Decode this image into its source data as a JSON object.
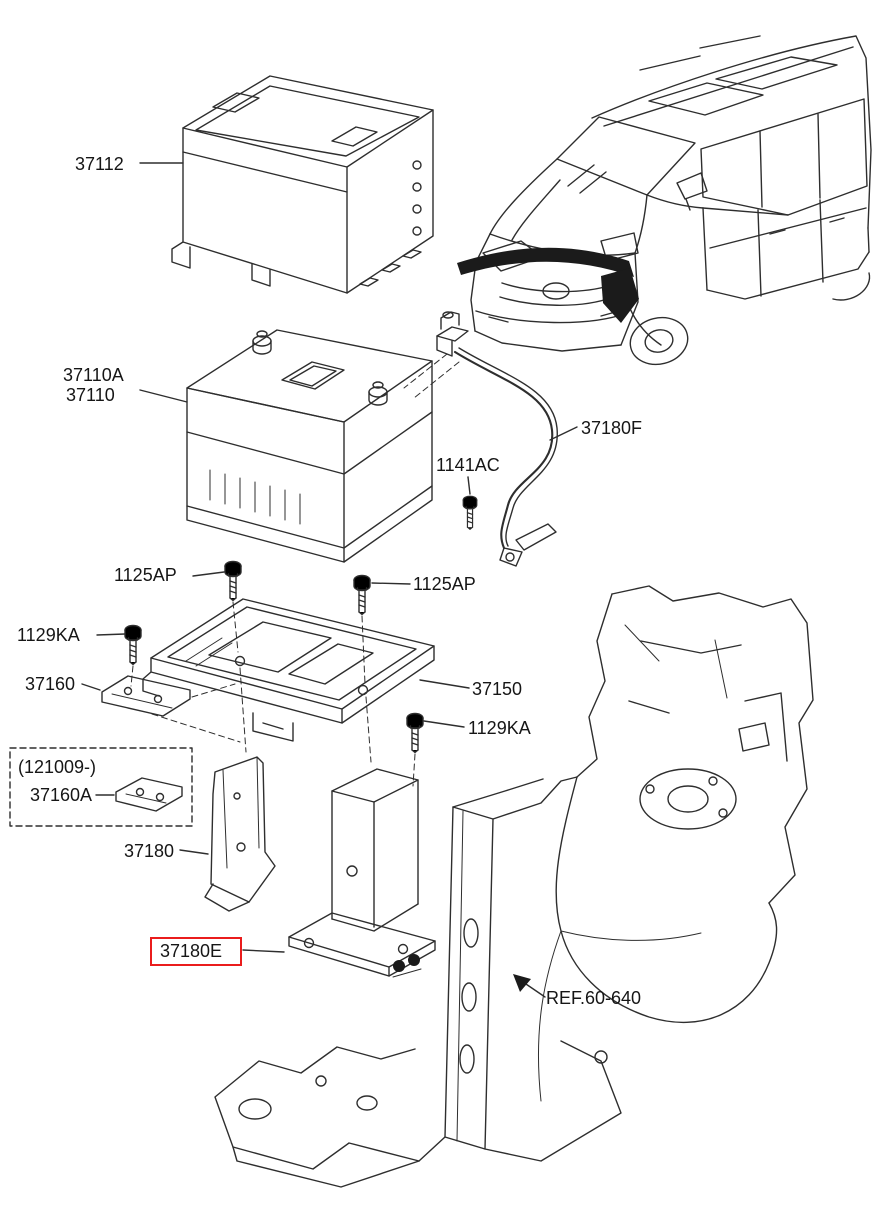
{
  "diagram": {
    "type": "vehicle-parts-diagram",
    "callouts": {
      "battery_cover": "37112",
      "battery_upper": "37110A",
      "battery_lower": "37110",
      "battery_cable": "37180F",
      "bolt_1141ac": "1141AC",
      "bolt_1125ap_left": "1125AP",
      "bolt_1125ap_right": "1125AP",
      "bolt_1129ka_left": "1129KA",
      "bracket_37160": "37160",
      "battery_tray": "37150",
      "bolt_1129ka_right": "1129KA",
      "bracket_37180": "37180",
      "bracket_37180e": "37180E",
      "body_reference": "REF.60-640"
    },
    "variant_box": {
      "date_range": "(121009-)",
      "part_number": "37160A"
    },
    "highlighted_part": "37180E",
    "icons": {
      "battery_location_marker": "filled-arrow",
      "ref_arrowhead": "filled-arrowhead"
    },
    "colors": {
      "line": "#2e2e2e",
      "text": "#161616",
      "highlight_box": "#ea1c1c",
      "background": "#ffffff"
    }
  }
}
